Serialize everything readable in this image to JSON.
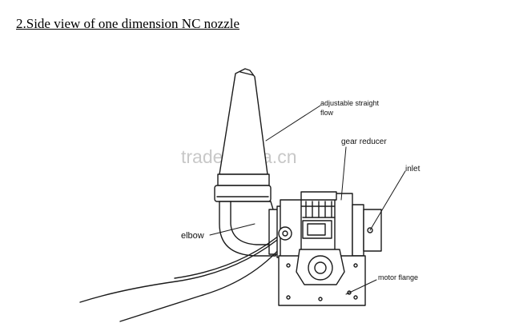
{
  "title": "2.Side view of one dimension NC nozzle",
  "labels": {
    "adjustable_line1": "adjustable straight",
    "adjustable_line2": "flow",
    "gear_reducer": "gear reducer",
    "inlet": "inlet",
    "elbow": "elbow",
    "motor_flange": "motor flange"
  },
  "watermark": "trade.china.cn"
}
